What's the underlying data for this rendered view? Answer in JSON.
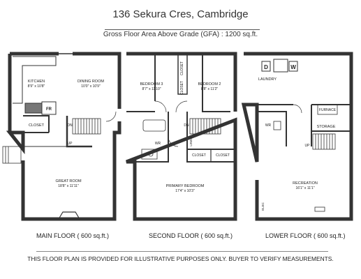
{
  "header": {
    "title": "136 Sekura Cres, Cambridge",
    "subtitle": "Gross Floor Area Above Grade (GFA) : 1200 sq.ft."
  },
  "floors": [
    {
      "label": "MAIN FLOOR ( 600 sq.ft.)",
      "rooms": {
        "kitchen": {
          "name": "KITCHEN",
          "dim": "8'9\" x 10'8\""
        },
        "dining": {
          "name": "DINING ROOM",
          "dim": "10'0\" x 10'9\""
        },
        "great": {
          "name": "GREAT ROOM",
          "dim": "18'8\" x 11'11\""
        }
      },
      "tags": {
        "closet": "CLOSET",
        "fridge": "FR",
        "dn": "DN",
        "up": "UP"
      }
    },
    {
      "label": "SECOND FLOOR ( 600 sq.ft.)",
      "rooms": {
        "bed3": {
          "name": "BEDROOM 3",
          "dim": "8'7\" x 11'10\""
        },
        "bed2": {
          "name": "BEDROOM 2",
          "dim": "8'8\" x 11'2\""
        },
        "primary": {
          "name": "PRIMARY BEDROOM",
          "dim": "17'4\" x 10'3\""
        }
      },
      "tags": {
        "closet_a": "CLOSET",
        "closet_b": "CLOSET",
        "closet_c": "CLOSET",
        "closet_d": "CLOSET",
        "linen": "LINEN",
        "wr": "WR",
        "dn": "DN"
      }
    },
    {
      "label": "LOWER FLOOR ( 600 sq.ft.)",
      "rooms": {
        "laundry": {
          "name": "LAUNDRY",
          "dim": ""
        },
        "storage": {
          "name": "STORAGE",
          "dim": ""
        },
        "recreation": {
          "name": "RECREATION",
          "dim": "16'1\" x 11'1\""
        }
      },
      "tags": {
        "dryer": "D",
        "washer": "W",
        "furnace": "FURNACE",
        "wr": "WR",
        "up": "UP",
        "elec": "ELEC"
      }
    }
  ],
  "footer": "THIS FLOOR PLAN IS PROVIDED FOR ILLUSTRATIVE PURPOSES ONLY. BUYER TO VERIFY MEASUREMENTS."
}
